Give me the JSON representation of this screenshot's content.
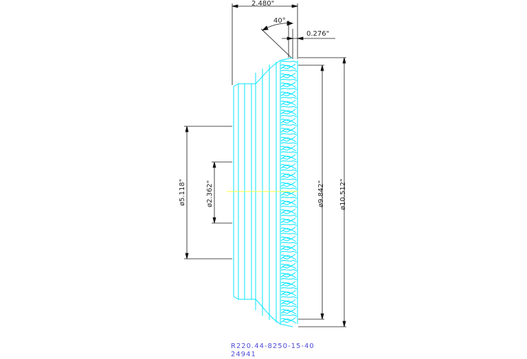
{
  "dimensions": {
    "overall_width": "2.480\"",
    "angle": "40°",
    "edge_offset": "0.276\"",
    "shank_diameter": "ø5.118\"",
    "bore_diameter": "ø2.362\"",
    "inner_diameter": "ø9.842\"",
    "outer_diameter": "ø10.512\""
  },
  "caption": {
    "part_number": "R220.44-8250-15-40",
    "item_code": "24941"
  },
  "colors": {
    "outline": "#00e5ff",
    "dimension": "#111111",
    "centerline": "#ffff33",
    "caption": "#4b4bd8"
  }
}
